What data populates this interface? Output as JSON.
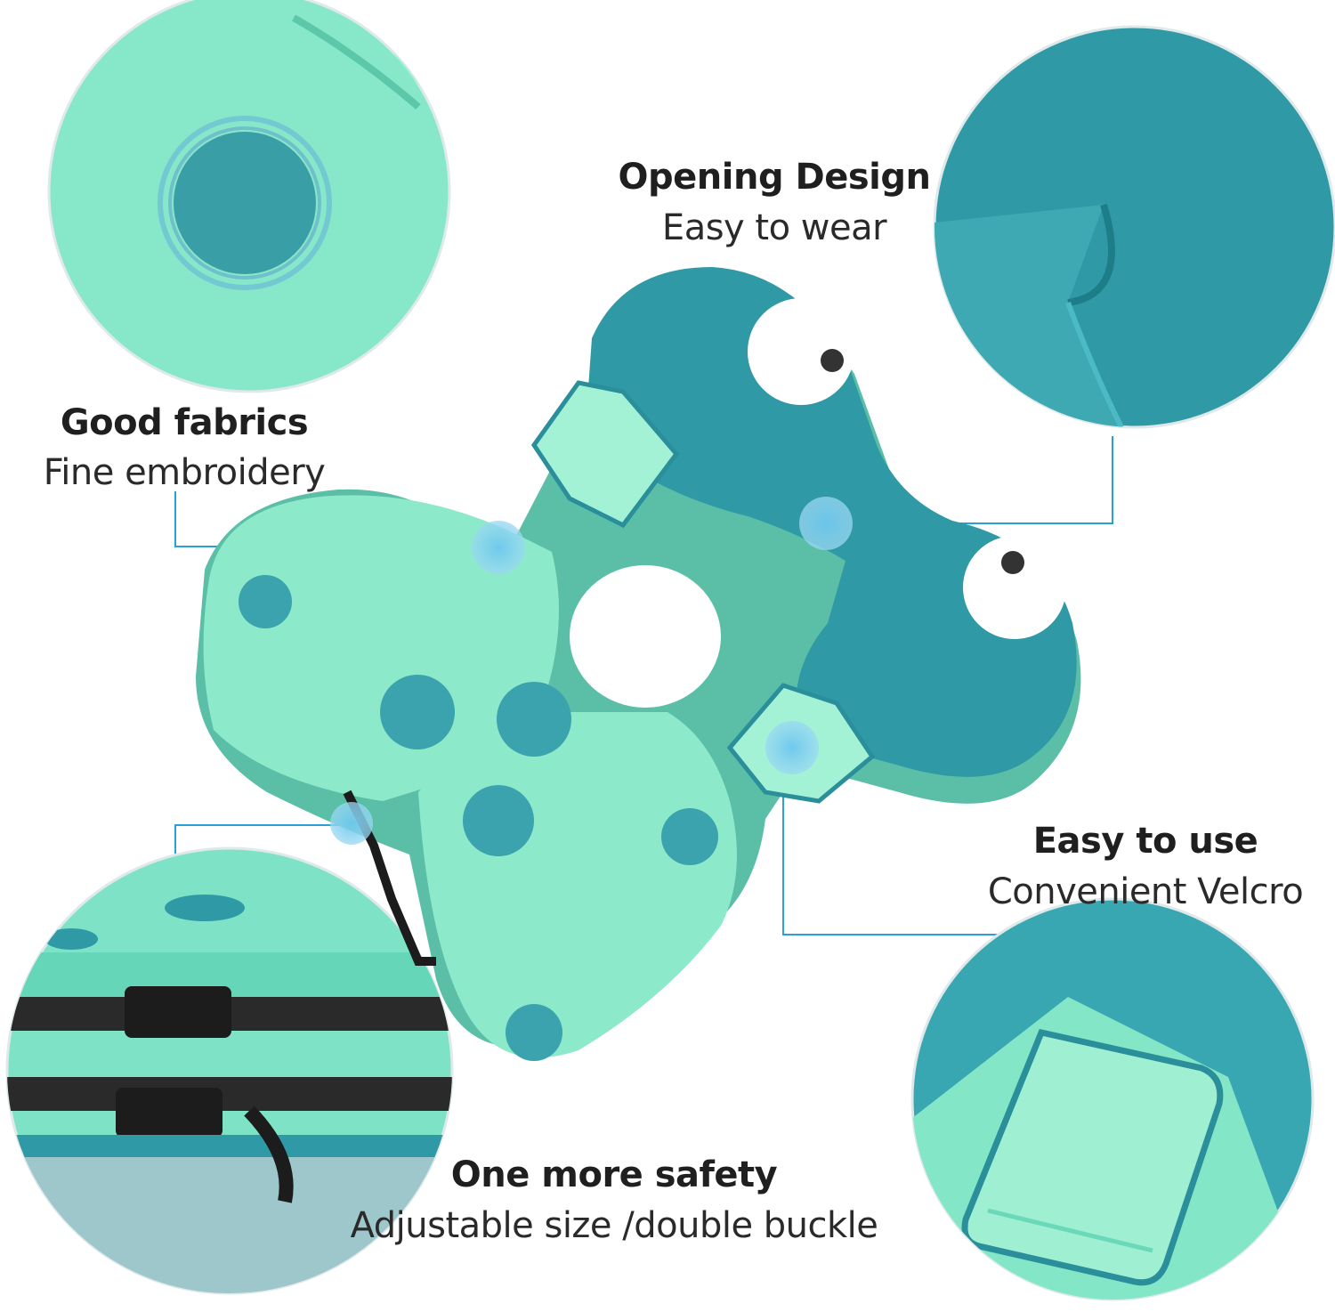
{
  "features": {
    "opening": {
      "title": "Opening Design",
      "subtitle": "Easy to wear"
    },
    "fabrics": {
      "title": "Good fabrics",
      "subtitle": "Fine embroidery"
    },
    "easy_use": {
      "title": "Easy to use",
      "subtitle": "Convenient Velcro"
    },
    "safety": {
      "title": "One more safety",
      "subtitle": "Adjustable size /double buckle"
    }
  },
  "colors": {
    "mint": "#7fe3c4",
    "mint_light": "#a6f0d6",
    "teal": "#2f9aa5",
    "teal_dark": "#1f7f8a",
    "callout_line": "#2a9fd8",
    "callout_dot": "#8fd2f0"
  }
}
